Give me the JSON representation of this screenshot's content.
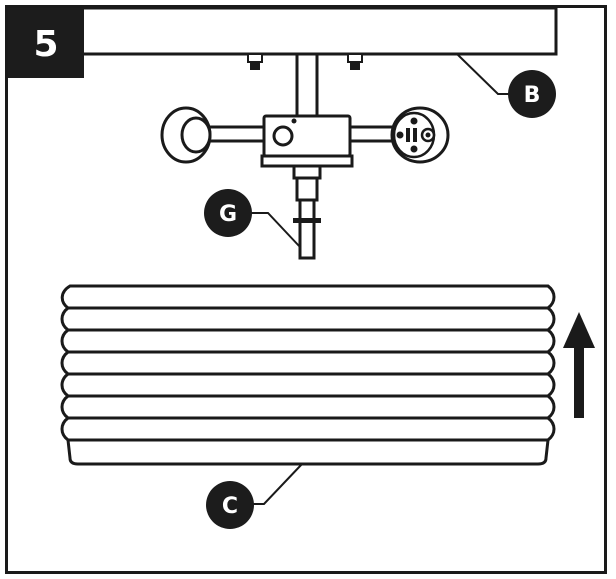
{
  "step": {
    "number": "5"
  },
  "callouts": {
    "b": "B",
    "g": "G",
    "c": "C"
  },
  "colors": {
    "ink": "#1a1a1a",
    "badge": "#1c1c1c",
    "paper": "#ffffff"
  },
  "icons": {
    "direction_arrow": "arrow-up-icon"
  }
}
